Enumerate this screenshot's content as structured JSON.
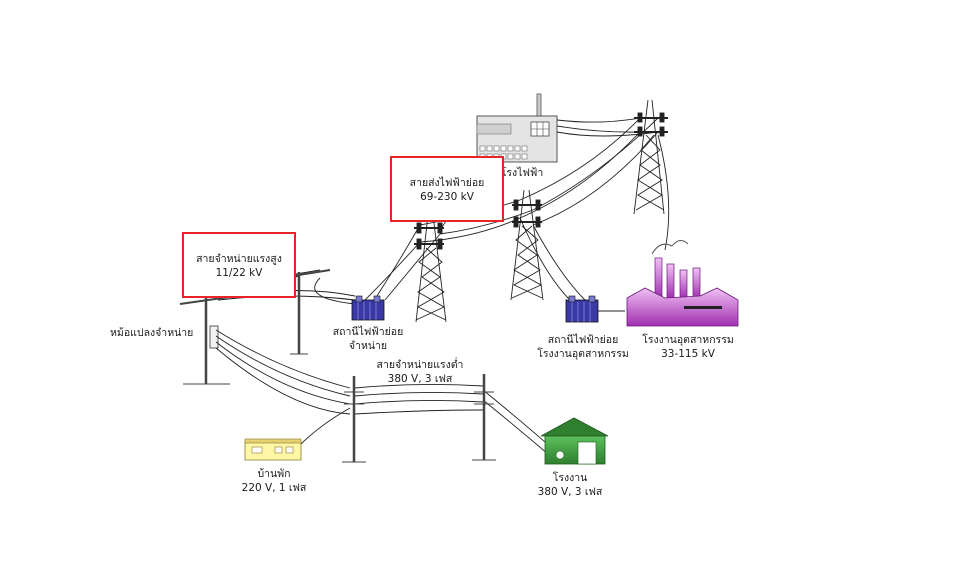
{
  "labels": {
    "power_plant": "โรงไฟฟ้า",
    "subtransmission_line": "สายส่งไฟฟ้าย่อย",
    "subtransmission_voltage": "69-230 kV",
    "hv_distribution_line": "สายจำหน่ายแรงสูง",
    "hv_distribution_voltage": "11/22 kV",
    "distribution_transformer": "หม้อแปลงจำหน่าย",
    "distribution_substation_1": "สถานีไฟฟ้าย่อย",
    "distribution_substation_2": "จำหน่าย",
    "industrial_substation_1": "สถานีไฟฟ้าย่อย",
    "industrial_substation_2": "โรงงานอุตสาหกรรม",
    "heavy_industry": "โรงงานอุตสาหกรรม",
    "heavy_industry_voltage": "33-115 kV",
    "lv_distribution_line": "สายจำหน่ายแรงต่ำ",
    "lv_distribution_voltage": "380 V, 3 เฟส",
    "house": "บ้านพัก",
    "house_voltage": "220 V, 1 เฟส",
    "factory": "โรงงาน",
    "factory_voltage": "380 V, 3 เฟส"
  },
  "colors": {
    "highlight_box": "#e8242a",
    "lines": "#222222",
    "power_plant_fill": "#e4e4e4",
    "substation_transformer": "#3a3aa6",
    "heavy_industry_fill": "#b040c0",
    "house_fill": "#fff6a6",
    "factory_fill": "#3f9e3f"
  },
  "icons": [
    "power-plant-icon",
    "transmission-tower-icon",
    "substation-transformer-icon",
    "distribution-pole-icon",
    "pole-transformer-icon",
    "house-icon",
    "factory-icon",
    "heavy-industry-icon"
  ]
}
